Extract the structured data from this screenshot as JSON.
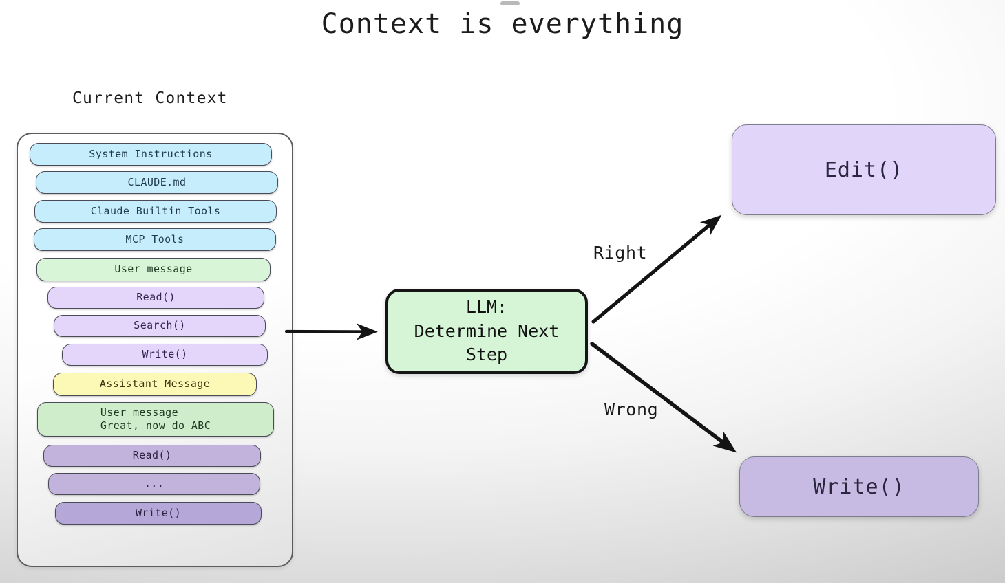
{
  "page": {
    "title": "Context is everything",
    "drag_handle": "window-drag-handle"
  },
  "context_panel": {
    "heading": "Current Context",
    "items": [
      {
        "label": "System Instructions",
        "kind": "system",
        "color": "#c5edfc"
      },
      {
        "label": "CLAUDE.md",
        "kind": "system",
        "color": "#c5edfc"
      },
      {
        "label": "Claude Builtin Tools",
        "kind": "system",
        "color": "#c5edfc"
      },
      {
        "label": "MCP Tools",
        "kind": "system",
        "color": "#c5edfc"
      },
      {
        "label": "User message",
        "kind": "user",
        "color": "#d9f5d8"
      },
      {
        "label": "Read()",
        "kind": "tool",
        "color": "#e4d5fa"
      },
      {
        "label": "Search()",
        "kind": "tool",
        "color": "#e4d5fa"
      },
      {
        "label": "Write()",
        "kind": "tool",
        "color": "#e4d5fa"
      },
      {
        "label": "Assistant Message",
        "kind": "assistant",
        "color": "#fcf9b6"
      },
      {
        "label": "User message\nGreat, now do ABC",
        "kind": "user",
        "color": "#cfeccb"
      },
      {
        "label": "Read()",
        "kind": "tool-old",
        "color": "#c2b3dd"
      },
      {
        "label": "...",
        "kind": "tool-old",
        "color": "#c2b3dd"
      },
      {
        "label": "Write()",
        "kind": "tool-old",
        "color": "#b5a7d8"
      }
    ]
  },
  "llm_node": {
    "label": "LLM:\nDetermine Next\nStep",
    "color": "#d6f5d6"
  },
  "outcomes": [
    {
      "label": "Edit()",
      "color": "#e1d5fa",
      "edge_label": "Right"
    },
    {
      "label": "Write()",
      "color": "#c7bae3",
      "edge_label": "Wrong"
    }
  ],
  "edges": {
    "context_to_llm": "context-to-llm-arrow",
    "llm_to_edit": "llm-to-edit-arrow",
    "llm_to_write": "llm-to-write-arrow"
  },
  "colors": {
    "ink": "#151515",
    "panel_border": "#5c5c5c",
    "pill_border": "#4a4a58"
  }
}
